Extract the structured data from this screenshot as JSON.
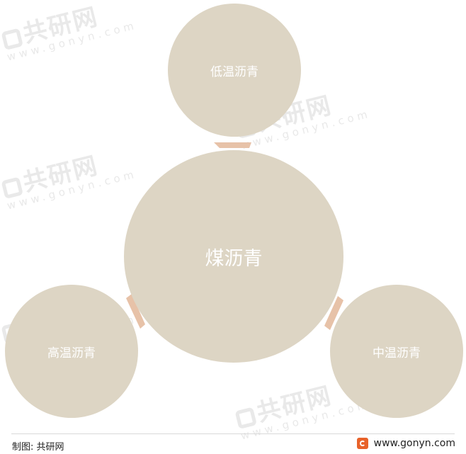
{
  "diagram": {
    "center": {
      "label": "煤沥青"
    },
    "nodes": [
      {
        "id": "low",
        "label": "低温沥青"
      },
      {
        "id": "high",
        "label": "高温沥青"
      },
      {
        "id": "mid",
        "label": "中温沥青"
      }
    ]
  },
  "watermark": {
    "cn": "共研网",
    "en": "www.gonyn.com"
  },
  "footer": {
    "source": "制图: 共研网",
    "site": "www.gonyn.com"
  },
  "colors": {
    "circle": "#ddd5c4",
    "arrow": "#e7c2a8",
    "text": "#ffffff",
    "logo": "#e8622a"
  }
}
